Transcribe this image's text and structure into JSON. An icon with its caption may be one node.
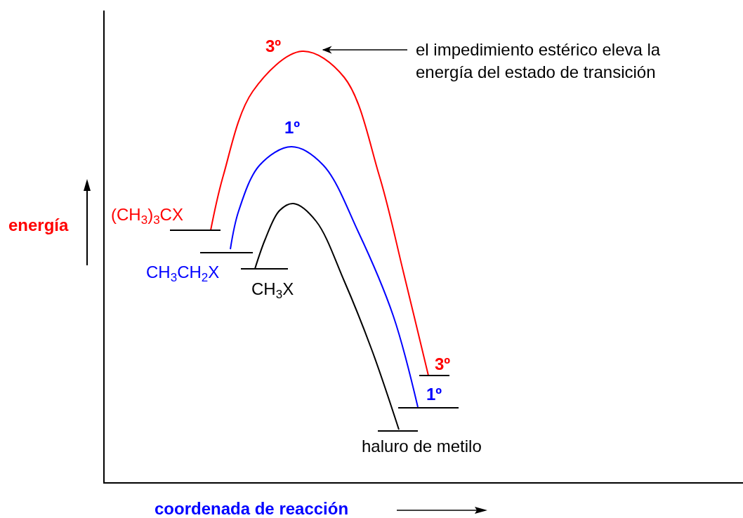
{
  "diagram": {
    "nodes": [
      {
        "text": [
          "el impedimiento estérico eleva la energía del estado de transición"
        ]
      },
      {
        "text": [],
        "shape": "curve"
      }
    ],
    "edges": [
      {
        "from": 0,
        "to": 1,
        "arrow": "to"
      }
    ],
    "labels": [
      "3º",
      "1º",
      "(CH$_{3}$)$_{3}$CX",
      "energía",
      "CH$_{3}$CH$_{2}$X",
      "CH$_{3}$X",
      "3º",
      "1º",
      "haluro de metilo",
      "coordenada de reacción"
    ]
  }
}
